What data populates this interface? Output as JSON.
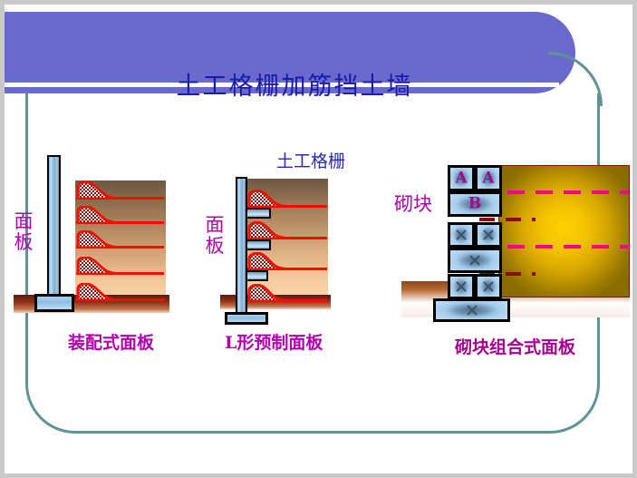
{
  "slide": {
    "title": "土工格栅加筋挡土墙",
    "title_color": "#1b1ba8",
    "banner_color": "#6a69cd",
    "frame_color": "#5f9396"
  },
  "figures": [
    {
      "id": "precast-panel",
      "side_label": "面板",
      "caption": "装配式面板",
      "caption_color": "#b000b0",
      "reinforcement_layers": 5,
      "soil_gradient": [
        "#6e5743",
        "#fbd6ae"
      ],
      "reinforcement_color": "#f01000"
    },
    {
      "id": "l-shaped-panel",
      "heading": "土工格栅",
      "heading_color": "#2a2ab5",
      "side_label": "面板",
      "caption": "L形预制面板",
      "caption_color": "#b000b0",
      "reinforcement_layers": 4,
      "ledges": 3
    },
    {
      "id": "modular-block-panel",
      "side_label": "砌块",
      "caption": "砌块组合式面板",
      "caption_color": "#a5008f",
      "block_labels": [
        "A",
        "A",
        "B"
      ],
      "soil_color": "#ffd000",
      "geogrid_long_color": "#f50090",
      "geogrid_short_color": "#8f0a0a",
      "geogrid_long_count": 2,
      "geogrid_short_count": 2
    }
  ]
}
